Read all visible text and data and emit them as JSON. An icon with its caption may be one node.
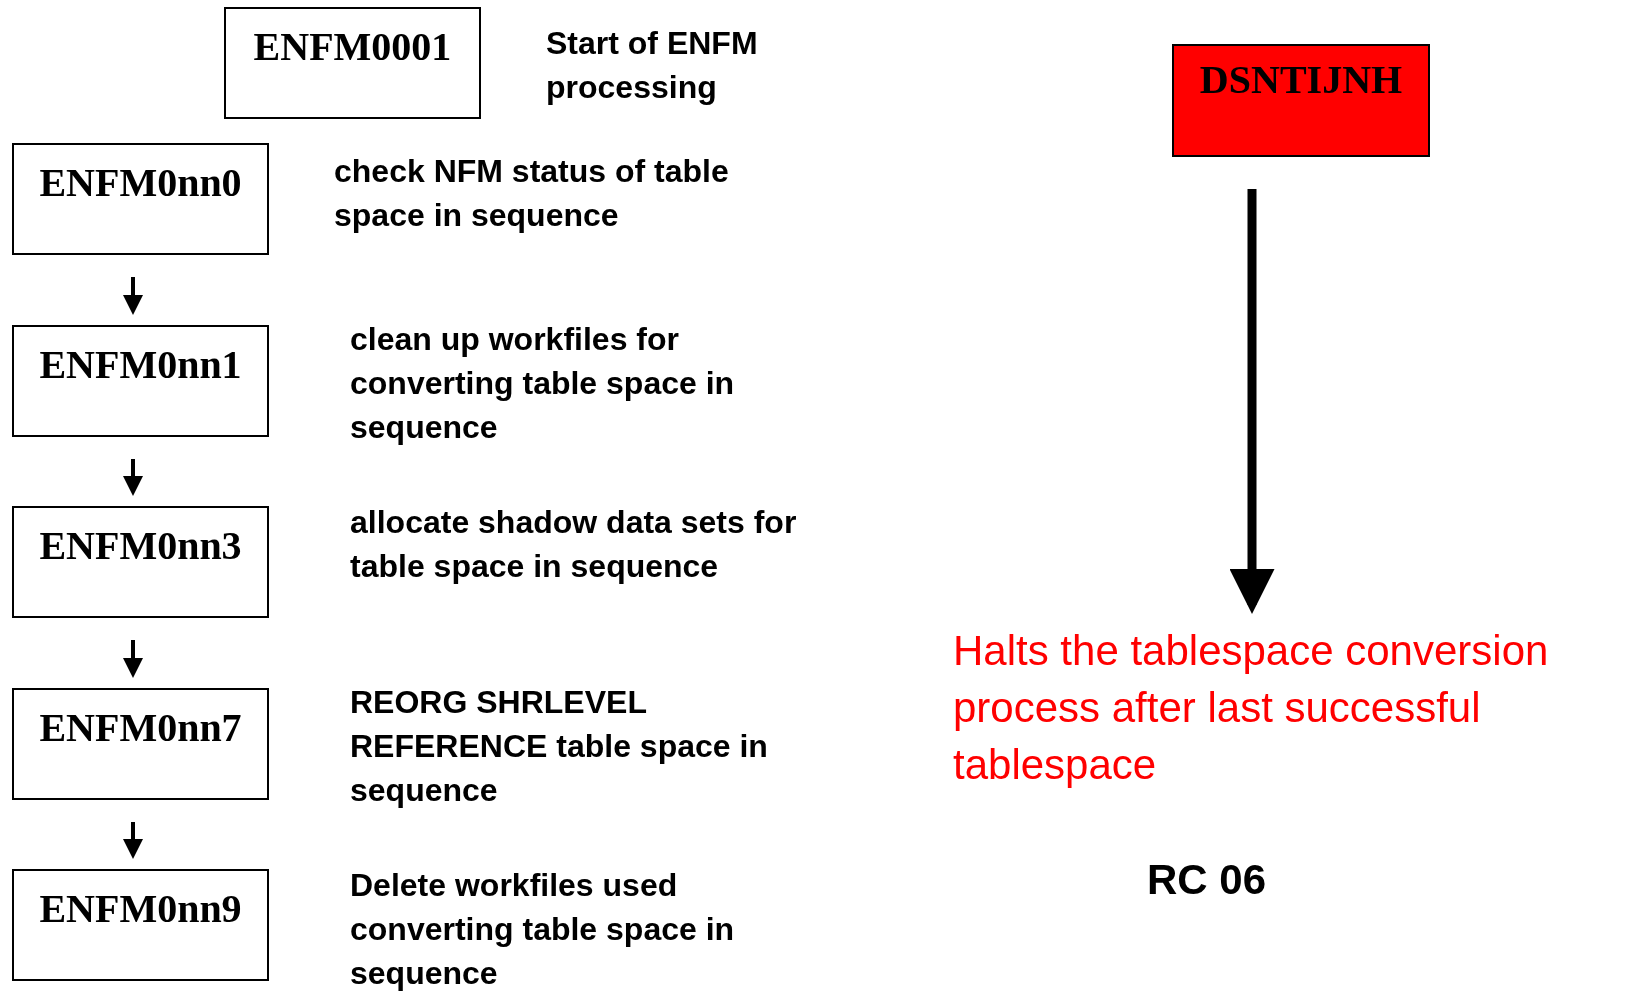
{
  "diagram": {
    "nodes": [
      {
        "text": [
          "ENFM0001"
        ],
        "beside": [
          "Start of ENFM processing"
        ]
      },
      {
        "text": [
          "ENFM0nn0"
        ],
        "beside": [
          "check NFM status of table space in sequence"
        ]
      },
      {
        "text": [
          "ENFM0nn1"
        ],
        "beside": [
          "clean up workfiles for converting table space in sequence"
        ]
      },
      {
        "text": [
          "ENFM0nn3"
        ],
        "beside": [
          "allocate shadow data sets for table space in sequence"
        ]
      },
      {
        "text": [
          "ENFM0nn7"
        ],
        "beside": [
          "REORG SHRLEVEL REFERENCE table space in sequence"
        ]
      },
      {
        "text": [
          "ENFM0nn9"
        ],
        "beside": [
          "Delete workfiles used converting table space in sequence"
        ]
      },
      {
        "text": [
          "DSNTIJNH"
        ]
      },
      {
        "text": [
          "Halts the tablespace conversion process after last successful tablespace"
        ]
      }
    ],
    "edges": [
      {
        "from": 1,
        "to": 2,
        "arrow": "to"
      },
      {
        "from": 2,
        "to": 3,
        "arrow": "to"
      },
      {
        "from": 3,
        "to": 4,
        "arrow": "to"
      },
      {
        "from": 4,
        "to": 5,
        "arrow": "to"
      },
      {
        "from": 6,
        "to": 7,
        "arrow": "to",
        "style": "thick"
      }
    ],
    "labels": [
      "RC 06"
    ]
  }
}
